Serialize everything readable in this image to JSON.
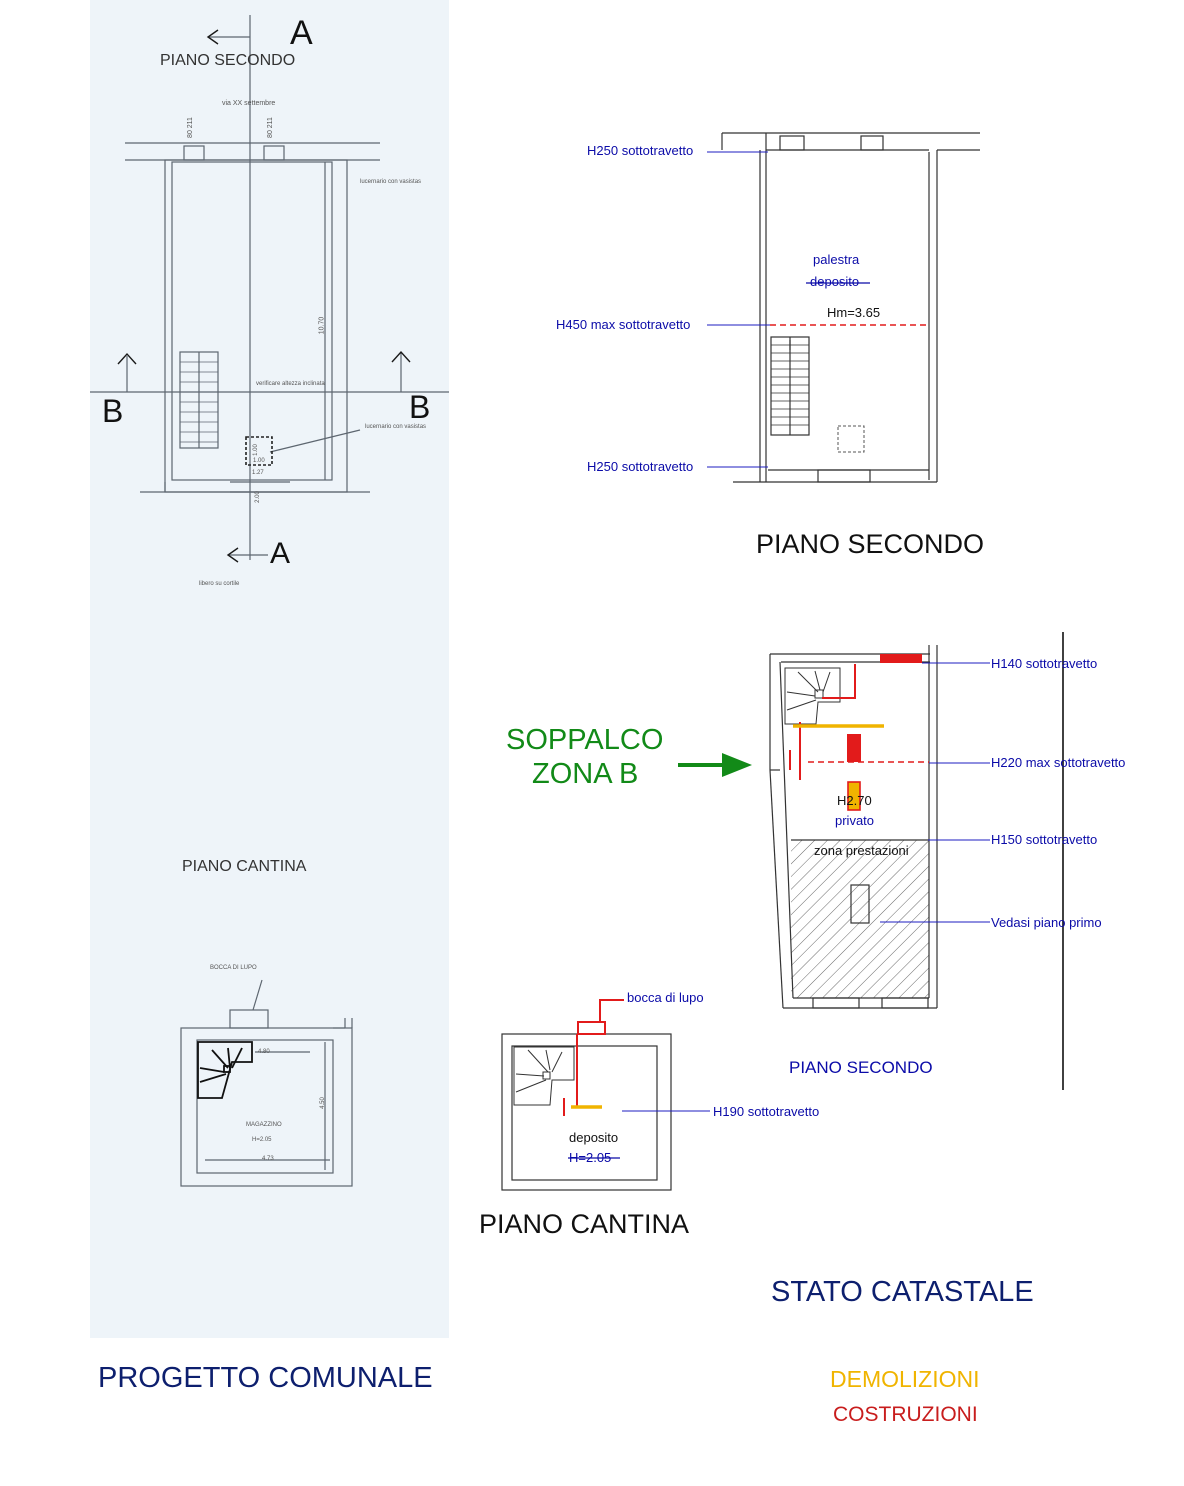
{
  "colors": {
    "blue_label": "#0b0ba8",
    "navy": "#0d1f6e",
    "green": "#128a18",
    "red": "#e21b1b",
    "yellow": "#f0b400",
    "scan_bg": "#eef4f9",
    "scan_ink": "#5d6670"
  },
  "progetto_comunale": {
    "title": "PROGETTO COMUNALE",
    "piano_secondo": {
      "title": "PIANO SECONDO",
      "section_a": "A",
      "section_b": "B",
      "street": "via XX settembre",
      "lucernario_top": "lucernario con vasistas",
      "lucernario_bottom": "lucernario con vasistas",
      "verifica": "verificare altezza inclinata",
      "dim_length": "10.70",
      "dim_window_1": "80 211",
      "dim_window_2": "80 211",
      "dim_skylight": "1.00",
      "dim_skylight_2": "1.00",
      "dim_bottom": "1.27",
      "dim_door": "2.00",
      "cortile": "libero su cortile"
    },
    "piano_cantina": {
      "title": "PIANO CANTINA",
      "bocca": "BOCCA DI LUPO",
      "room": "MAGAZZINO",
      "height": "H=2.05",
      "dim_width_top": "4.80",
      "dim_depth": "4.50",
      "dim_width_bottom": "4.73"
    }
  },
  "stato_catastale": {
    "title": "STATO CATASTALE",
    "piano_secondo_top": {
      "title": "PIANO SECONDO",
      "h_top": "H250 sottotravetto",
      "h_mid": "H450 max sottotravetto",
      "h_bottom": "H250 sottotravetto",
      "room_new": "palestra",
      "room_old": "deposito",
      "hm": "Hm=3.65"
    },
    "soppalco": {
      "title_line1": "SOPPALCO",
      "title_line2": "ZONA B",
      "plan_title": "PIANO SECONDO",
      "h140": "H140 sottotravetto",
      "h220": "H220 max sottotravetto",
      "h150": "H150 sottotravetto",
      "vedasi": "Vedasi piano primo",
      "height": "H2.70",
      "privato": "privato",
      "zona": "zona prestazioni"
    },
    "piano_cantina": {
      "title": "PIANO CANTINA",
      "bocca": "bocca di lupo",
      "h190": "H190 sottotravetto",
      "room": "deposito",
      "height_old": "H=2.05"
    }
  },
  "legend": {
    "demolizioni": "DEMOLIZIONI",
    "costruzioni": "COSTRUZIONI"
  }
}
